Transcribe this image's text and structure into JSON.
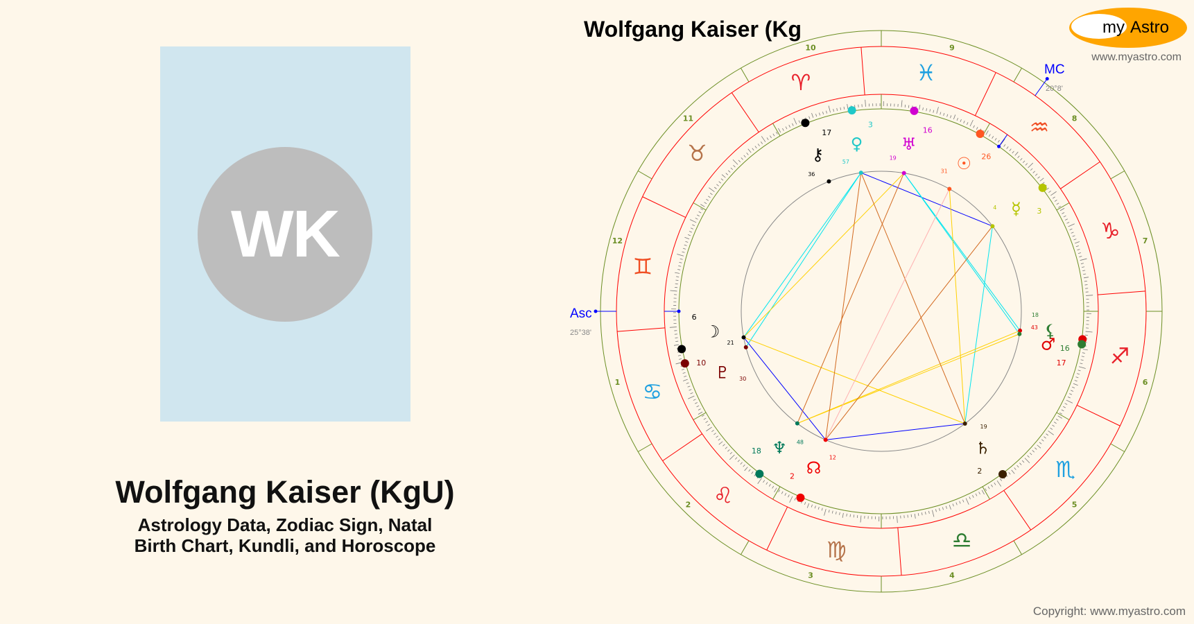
{
  "profile": {
    "initials": "WK",
    "name": "Wolfgang Kaiser (KgU)",
    "subtitle_line1": "Astrology Data, Zodiac Sign, Natal",
    "subtitle_line2": "Birth Chart, Kundli, and Horoscope"
  },
  "chart": {
    "title": "Wolfgang Kaiser (Kg",
    "logo": {
      "text_my": "my",
      "text_astro": "Astro",
      "url": "www.myastro.com",
      "color": "#ffa500"
    },
    "copyright": "Copyright: www.myastro.com",
    "asc": {
      "label": "Asc",
      "value": "25°38'",
      "sign": "gemini",
      "longitude": 85.633
    },
    "mc": {
      "label": "MC",
      "value": "20°8'",
      "sign": "aquarius",
      "longitude": 320.133
    },
    "houses": [
      "1",
      "2",
      "3",
      "4",
      "5",
      "6",
      "7",
      "8",
      "9",
      "10",
      "11",
      "12"
    ],
    "signs": [
      {
        "name": "aries",
        "glyph": "♈",
        "color": "#e8202a"
      },
      {
        "name": "taurus",
        "glyph": "♉",
        "color": "#b5734a"
      },
      {
        "name": "gemini",
        "glyph": "♊",
        "color": "#f04e23"
      },
      {
        "name": "cancer",
        "glyph": "♋",
        "color": "#1ea0e0"
      },
      {
        "name": "leo",
        "glyph": "♌",
        "color": "#e8202a"
      },
      {
        "name": "virgo",
        "glyph": "♍",
        "color": "#b5734a"
      },
      {
        "name": "libra",
        "glyph": "♎",
        "color": "#2e7d32"
      },
      {
        "name": "scorpio",
        "glyph": "♏",
        "color": "#1ea0e0"
      },
      {
        "name": "sagittarius",
        "glyph": "♐",
        "color": "#e8202a"
      },
      {
        "name": "capricorn",
        "glyph": "♑",
        "color": "#e8202a"
      },
      {
        "name": "aquarius",
        "glyph": "♒",
        "color": "#f04e23"
      },
      {
        "name": "pisces",
        "glyph": "♓",
        "color": "#1ea0e0"
      }
    ],
    "planets": [
      {
        "name": "chiron",
        "glyph": "⚷",
        "deg": "17",
        "min": "36",
        "longitude": 17.6,
        "color": "#000000"
      },
      {
        "name": "venus",
        "glyph": "♀",
        "deg": "3",
        "min": "57",
        "longitude": 3.95,
        "color": "#1fc8c8"
      },
      {
        "name": "uranus",
        "glyph": "♅",
        "deg": "16",
        "min": "19",
        "longitude": 346.32,
        "color": "#d000d0"
      },
      {
        "name": "sun",
        "glyph": "☉",
        "deg": "26",
        "min": "31",
        "longitude": 326.52,
        "color": "#ff5722"
      },
      {
        "name": "mercury",
        "glyph": "☿",
        "deg": "3",
        "min": "4",
        "longitude": 303.07,
        "color": "#b5c400"
      },
      {
        "name": "mars",
        "glyph": "♂",
        "deg": "17",
        "min": "43",
        "longitude": 257.72,
        "color": "#e00000"
      },
      {
        "name": "lilith",
        "glyph": "⚸",
        "deg": "16",
        "min": "18",
        "longitude": 256.3,
        "color": "#2e7d32"
      },
      {
        "name": "saturn",
        "glyph": "♄",
        "deg": "2",
        "min": "19",
        "longitude": 212.32,
        "color": "#3a2000"
      },
      {
        "name": "north-node",
        "glyph": "☊",
        "deg": "2",
        "min": "12",
        "longitude": 152.2,
        "color": "#f00000"
      },
      {
        "name": "neptune",
        "glyph": "♆",
        "deg": "18",
        "min": "48",
        "longitude": 138.8,
        "color": "#00795a"
      },
      {
        "name": "pluto",
        "glyph": "♇",
        "deg": "10",
        "min": "30",
        "longitude": 100.5,
        "color": "#7a0000"
      },
      {
        "name": "moon",
        "glyph": "☽",
        "deg": "6",
        "min": "21",
        "longitude": 96.35,
        "color": "#000000"
      }
    ],
    "aspect_colors": {
      "sextile": "#0000ff",
      "square": "#00e5ee",
      "trine": "#ffd000",
      "quincunx": "#d2691e",
      "opposition": "#ffb0b0"
    },
    "aspects": [
      {
        "a": "venus",
        "b": "mercury",
        "type": "sextile"
      },
      {
        "a": "moon",
        "b": "north-node",
        "type": "sextile"
      },
      {
        "a": "north-node",
        "b": "saturn",
        "type": "sextile"
      },
      {
        "a": "venus",
        "b": "moon",
        "type": "square"
      },
      {
        "a": "venus",
        "b": "pluto",
        "type": "square"
      },
      {
        "a": "uranus",
        "b": "mars",
        "type": "square"
      },
      {
        "a": "uranus",
        "b": "lilith",
        "type": "square"
      },
      {
        "a": "mercury",
        "b": "saturn",
        "type": "square"
      },
      {
        "a": "uranus",
        "b": "moon",
        "type": "trine"
      },
      {
        "a": "sun",
        "b": "saturn",
        "type": "trine"
      },
      {
        "a": "moon",
        "b": "saturn",
        "type": "trine"
      },
      {
        "a": "neptune",
        "b": "mars",
        "type": "trine"
      },
      {
        "a": "neptune",
        "b": "lilith",
        "type": "trine"
      },
      {
        "a": "venus",
        "b": "north-node",
        "type": "quincunx"
      },
      {
        "a": "venus",
        "b": "saturn",
        "type": "quincunx"
      },
      {
        "a": "uranus",
        "b": "neptune",
        "type": "quincunx"
      },
      {
        "a": "mercury",
        "b": "north-node",
        "type": "quincunx"
      },
      {
        "a": "sun",
        "b": "north-node",
        "type": "opposition"
      }
    ]
  }
}
